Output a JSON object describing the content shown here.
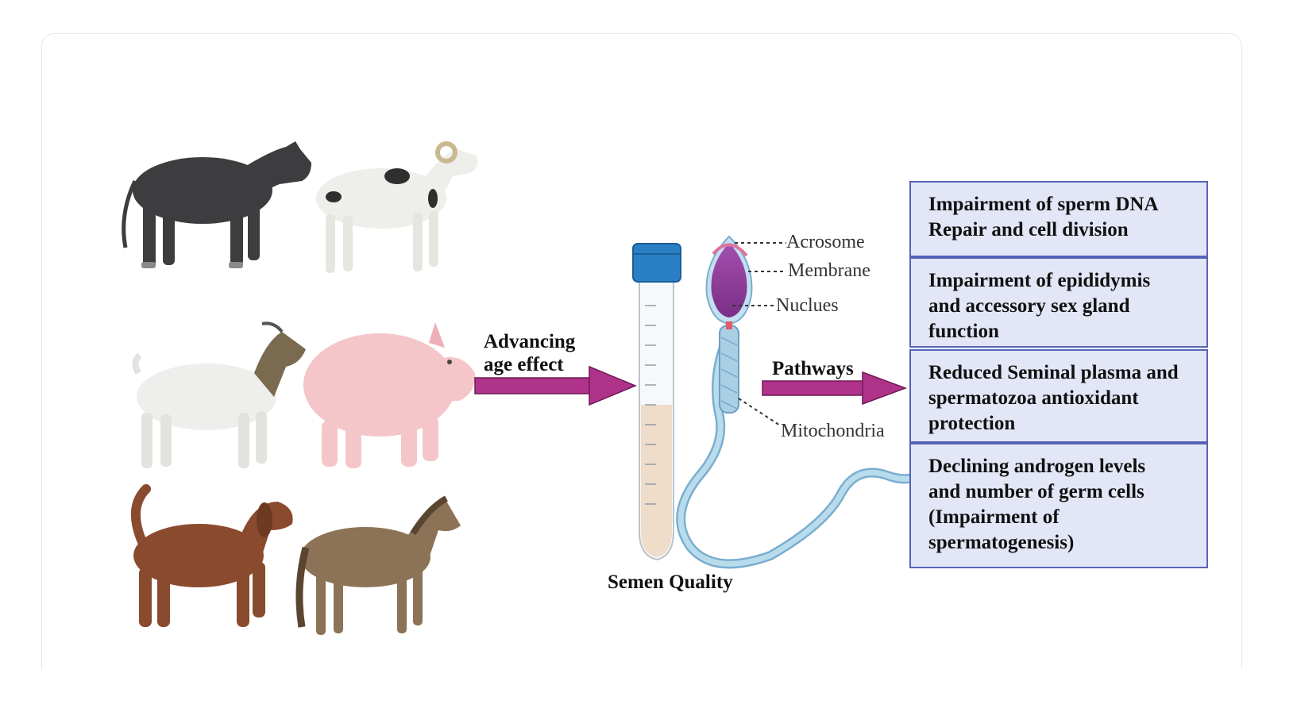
{
  "arrow_left_label": "Advancing\nage effect",
  "arrow_right_label": "Pathways",
  "tube_label": "Semen Quality",
  "sperm_parts": {
    "acrosome": "Acrosome",
    "membrane": "Membrane",
    "nucleus": "Nuclues",
    "mitochondria": "Mitochondria"
  },
  "outcome_boxes": [
    "Impairment of sperm DNA\nRepair and cell division",
    "Impairment of epididymis\nand accessory sex gland\nfunction",
    "Reduced Seminal plasma and\nspermatozoa antioxidant\nprotection",
    "Declining androgen levels\nand number of germ cells\n(Impairment of\nspermatogenesis)"
  ],
  "animals": [
    "bull-icon",
    "ram-icon",
    "goat-icon",
    "pig-icon",
    "dog-icon",
    "horse-icon"
  ],
  "colors": {
    "arrow": "#b0338a",
    "box_fill": "#e3e6f6",
    "box_border": "#5663b8",
    "tube_cap": "#2a7fc4",
    "sperm_tail": "#9cc6e0",
    "sperm_head": "#8e3f95"
  }
}
